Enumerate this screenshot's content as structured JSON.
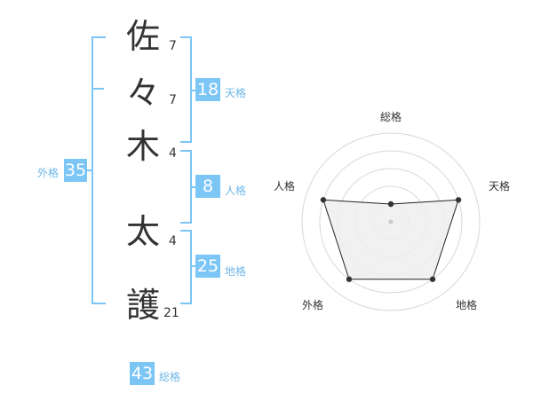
{
  "name": {
    "chars": [
      {
        "char": "佐",
        "strokes": "7"
      },
      {
        "char": "々",
        "strokes": "7"
      },
      {
        "char": "木",
        "strokes": "4"
      },
      {
        "char": "太",
        "strokes": "4"
      },
      {
        "char": "護",
        "strokes": "21"
      }
    ]
  },
  "fortunes": {
    "tenkaku": {
      "value": "18",
      "label": "天格"
    },
    "jinkaku": {
      "value": "8",
      "label": "人格"
    },
    "chikaku": {
      "value": "25",
      "label": "地格"
    },
    "gaikaku": {
      "value": "35",
      "label": "外格"
    },
    "soukaku": {
      "value": "43",
      "label": "総格"
    }
  },
  "colors": {
    "accent": "#7cc6f5",
    "accent_text": "#6fb7e8",
    "text": "#333333",
    "grid": "#d8d8d8",
    "fill": "#eeeeee"
  },
  "chart_data": {
    "type": "radar",
    "axes": [
      "総格",
      "天格",
      "地格",
      "外格",
      "人格"
    ],
    "values": [
      0.2,
      0.8,
      0.8,
      0.8,
      0.8
    ],
    "range": [
      0,
      1
    ],
    "rings": 5
  }
}
